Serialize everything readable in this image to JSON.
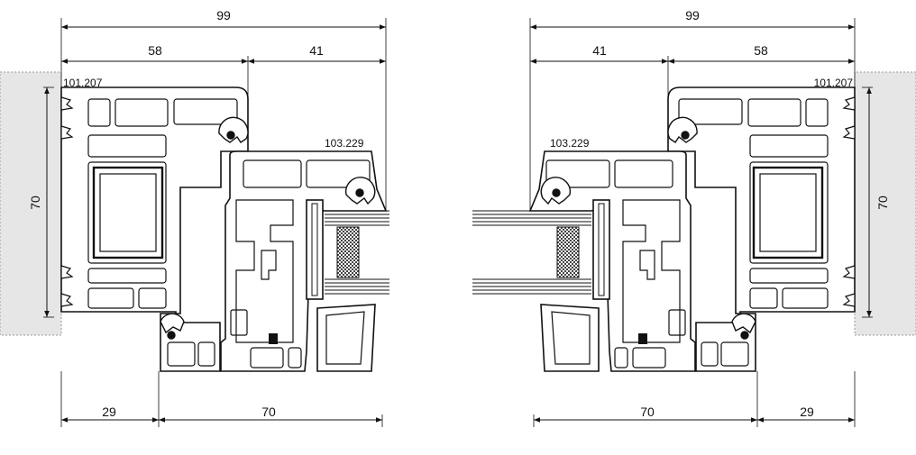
{
  "left_section": {
    "overall_width": "99",
    "outer_frame_width": "58",
    "sash_offset": "41",
    "frame_profile_code": "101.207",
    "sash_profile_code": "103.229",
    "wall_depth": "70",
    "bottom_left": "29",
    "bottom_right": "70"
  },
  "right_section": {
    "overall_width": "99",
    "sash_offset": "41",
    "outer_frame_width": "58",
    "frame_profile_code": "101.207",
    "sash_profile_code": "103.229",
    "wall_depth": "70",
    "bottom_left": "70",
    "bottom_right": "29"
  },
  "colors": {
    "wall": "#e6e6e6",
    "line": "#111111",
    "profile_fill": "#ffffff",
    "mesh": "#555555"
  }
}
